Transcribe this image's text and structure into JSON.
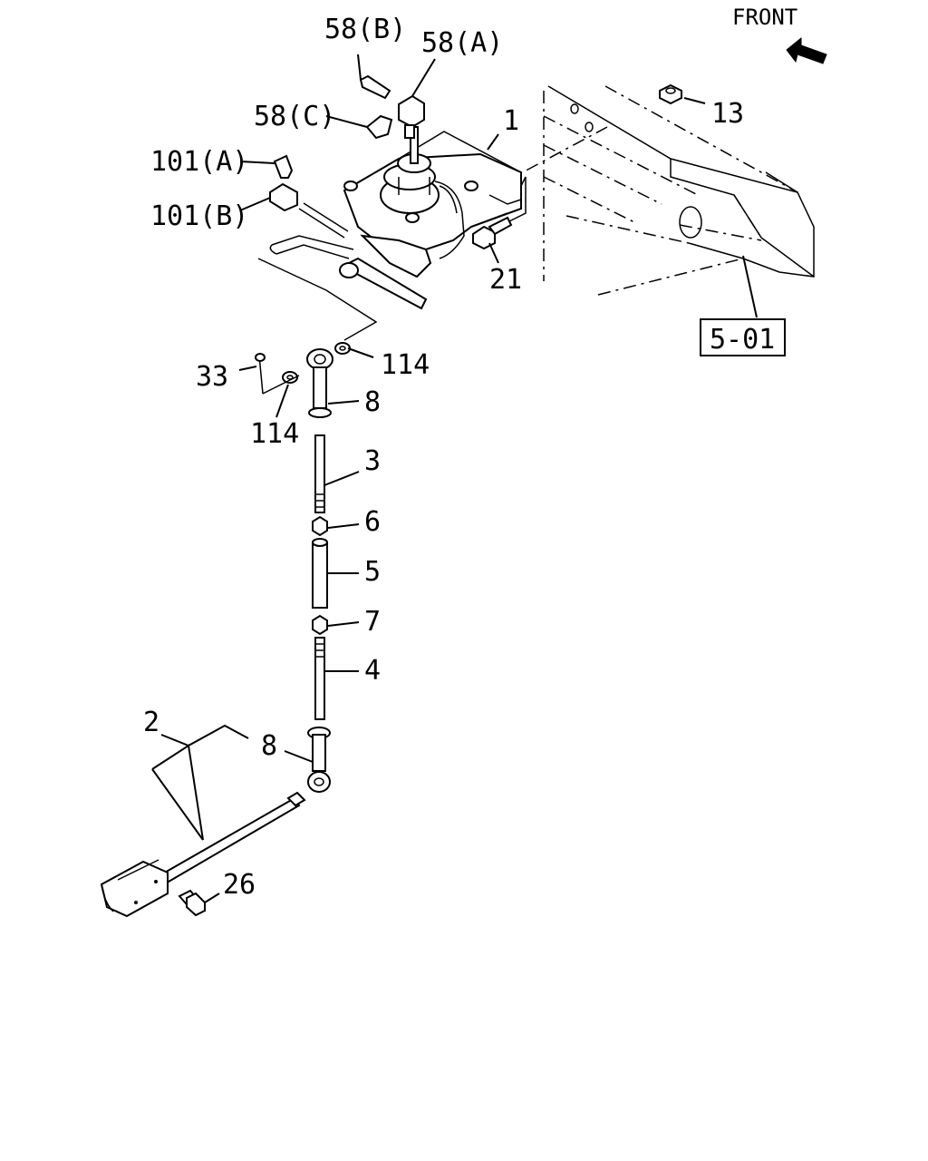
{
  "orientation": {
    "label": "FRONT",
    "icon": "front-arrow-icon"
  },
  "reference_box": {
    "label": "5-01"
  },
  "callouts": {
    "p58b": "58(B)",
    "p58a": "58(A)",
    "p58c": "58(C)",
    "p1": "1",
    "p13": "13",
    "p101a": "101(A)",
    "p101b": "101(B)",
    "p21": "21",
    "p33": "33",
    "p114_upper": "114",
    "p114_lower": "114",
    "p8_upper": "8",
    "p3": "3",
    "p6": "6",
    "p5": "5",
    "p7": "7",
    "p4": "4",
    "p2": "2",
    "p8_lower": "8",
    "p26": "26"
  }
}
